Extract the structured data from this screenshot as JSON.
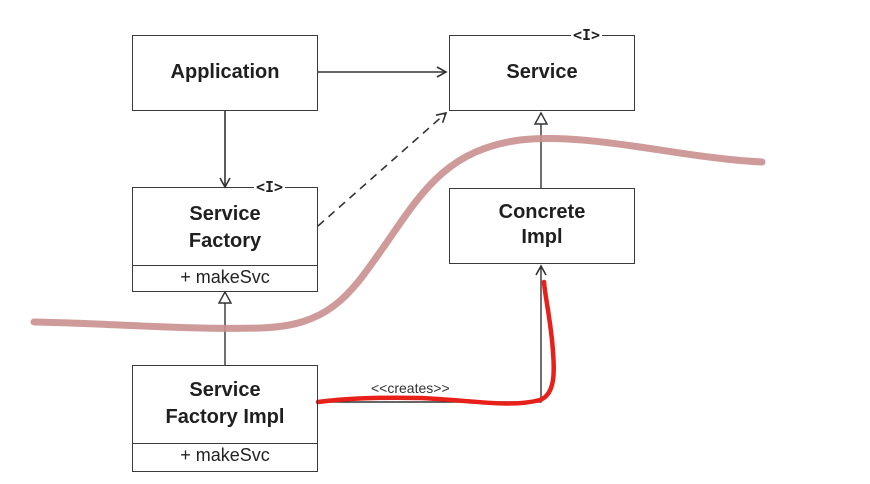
{
  "diagram": {
    "classes": {
      "application": {
        "name": "Application"
      },
      "service": {
        "name": "Service",
        "stereotype": "<I>"
      },
      "service_factory": {
        "name": "Service\nFactory",
        "stereotype": "<I>",
        "operation": "+ makeSvc"
      },
      "concrete_impl": {
        "name": "Concrete\nImpl"
      },
      "service_factory_impl": {
        "name": "Service\nFactory Impl",
        "operation": "+ makeSvc"
      }
    },
    "relations": {
      "creates_label": "<<creates>>"
    },
    "colors": {
      "boundary_line": "#c98f8f",
      "highlight_line": "#e8201a",
      "ink": "#333333"
    }
  }
}
